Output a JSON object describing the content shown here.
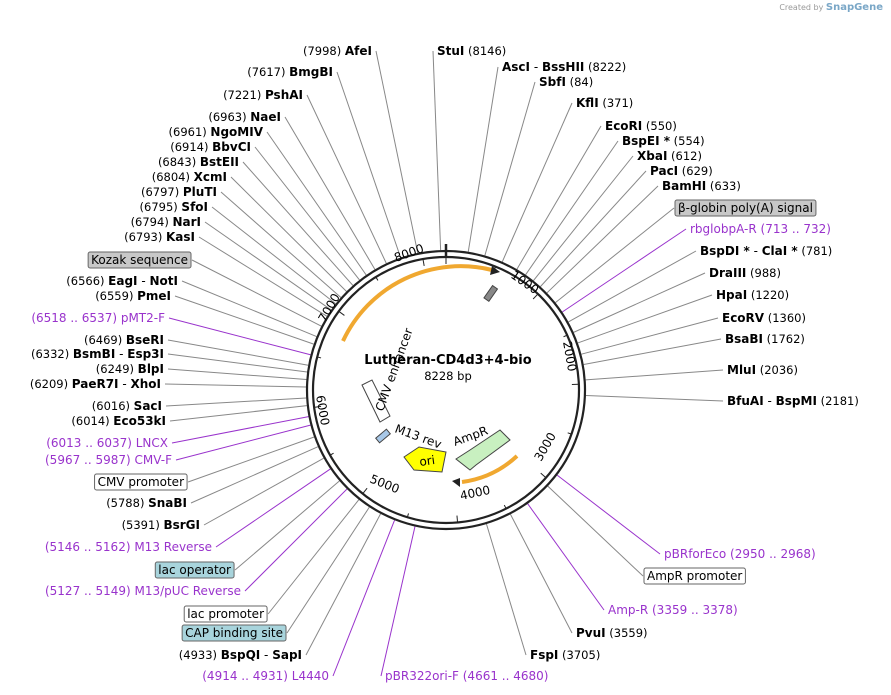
{
  "credit": {
    "prefix": "Created by",
    "brand": "SnapGene"
  },
  "plasmid": {
    "name": "Lutheran-CD4d3+4-bio",
    "length_label": "8228 bp",
    "length": 8228
  },
  "ring_ticks": [
    "1000",
    "2000",
    "3000",
    "4000",
    "5000",
    "6000",
    "7000",
    "8000"
  ],
  "inner_labels": {
    "cmv_enhancer": "CMV enhancer",
    "m13_rev": "M13 rev",
    "ampr": "AmpR",
    "ori": "ori"
  },
  "left_labels": [
    {
      "pos": "(7998)",
      "name": "AfeI"
    },
    {
      "pos": "(7617)",
      "name": "BmgBI"
    },
    {
      "pos": "(7221)",
      "name": "PshAI"
    },
    {
      "pos": "(6963)",
      "name": "NaeI"
    },
    {
      "pos": "(6961)",
      "name": "NgoMIV"
    },
    {
      "pos": "(6914)",
      "name": "BbvCI"
    },
    {
      "pos": "(6843)",
      "name": "BstEII"
    },
    {
      "pos": "(6804)",
      "name": "XcmI"
    },
    {
      "pos": "(6797)",
      "name": "PluTI"
    },
    {
      "pos": "(6795)",
      "name": "SfoI"
    },
    {
      "pos": "(6794)",
      "name": "NarI"
    },
    {
      "pos": "(6793)",
      "name": "KasI"
    },
    {
      "boxed": "Kozak sequence"
    },
    {
      "pos": "(6566)",
      "name": "EagI",
      "name2": "NotI"
    },
    {
      "pos": "(6559)",
      "name": "PmeI"
    },
    {
      "primer": "pMT2-F",
      "range": "(6518 .. 6537)"
    },
    {
      "pos": "(6469)",
      "name": "BseRI"
    },
    {
      "pos": "(6332)",
      "name": "BsmBI",
      "name2": "Esp3I"
    },
    {
      "pos": "(6249)",
      "name": "BlpI"
    },
    {
      "pos": "(6209)",
      "name": "PaeR7I",
      "name2": "XhoI"
    },
    {
      "pos": "(6016)",
      "name": "SacI"
    },
    {
      "pos": "(6014)",
      "name": "Eco53kI"
    },
    {
      "primer": "LNCX",
      "range": "(6013 .. 6037)"
    },
    {
      "primer": "CMV-F",
      "range": "(5967 .. 5987)"
    },
    {
      "boxed": "CMV promoter"
    },
    {
      "pos": "(5788)",
      "name": "SnaBI"
    },
    {
      "pos": "(5391)",
      "name": "BsrGI"
    },
    {
      "primer": "M13 Reverse",
      "range": "(5146 .. 5162)"
    },
    {
      "boxed": "lac operator"
    },
    {
      "primer": "M13/pUC Reverse",
      "range": "(5127 .. 5149)"
    },
    {
      "boxed": "lac promoter"
    },
    {
      "boxed": "CAP binding site"
    },
    {
      "pos": "(4933)",
      "name": "BspQI",
      "name2": "SapI"
    },
    {
      "primer": "L4440",
      "range": "(4914 .. 4931)"
    }
  ],
  "right_labels": [
    {
      "pos": "(8146)",
      "name": "StuI"
    },
    {
      "pos": "(8222)",
      "name": "AscI",
      "name2": "BssHII"
    },
    {
      "pos": "(84)",
      "name": "SbfI"
    },
    {
      "pos": "(371)",
      "name": "KflI"
    },
    {
      "pos": "(550)",
      "name": "EcoRI"
    },
    {
      "pos": "(554)",
      "name": "BspEI *"
    },
    {
      "pos": "(612)",
      "name": "XbaI"
    },
    {
      "pos": "(629)",
      "name": "PacI"
    },
    {
      "pos": "(633)",
      "name": "BamHI"
    },
    {
      "boxed": "β-globin poly(A) signal"
    },
    {
      "primer": "rbglobpA-R",
      "range": "(713 .. 732)"
    },
    {
      "pos": "(781)",
      "name": "BspDI *",
      "name2": "ClaI *"
    },
    {
      "pos": "(988)",
      "name": "DraIII"
    },
    {
      "pos": "(1220)",
      "name": "HpaI"
    },
    {
      "pos": "(1360)",
      "name": "EcoRV"
    },
    {
      "pos": "(1762)",
      "name": "BsaBI"
    },
    {
      "pos": "(2036)",
      "name": "MluI"
    },
    {
      "pos": "(2181)",
      "name": "BfuAI",
      "name2": "BspMI"
    },
    {
      "primer": "pBRforEco",
      "range": "(2950 .. 2968)"
    },
    {
      "boxed": "AmpR promoter"
    },
    {
      "primer": "Amp-R",
      "range": "(3359 .. 3378)"
    },
    {
      "pos": "(3559)",
      "name": "PvuI"
    },
    {
      "pos": "(3705)",
      "name": "FspI"
    },
    {
      "primer": "pBR322ori-F",
      "range": "(4661 .. 4680)"
    }
  ],
  "colors": {
    "primer": "#9933cc",
    "ring": "#222222",
    "orange": "#f0a830",
    "gray_box": "#c8c8c8",
    "teal_box": "#a8d4dc",
    "ori": "#ffff00",
    "ampr": "#c8f0c0"
  }
}
